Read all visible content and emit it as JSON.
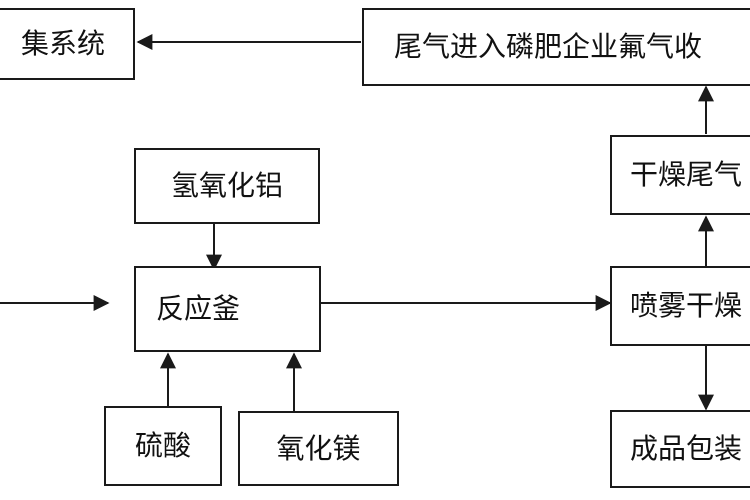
{
  "diagram": {
    "nodes": {
      "collection_system": "集系统",
      "tail_gas_to_plant": "尾气进入磷肥企业氟气收",
      "aluminum_hydroxide": "氢氧化铝",
      "reactor": "反应釜",
      "sulfuric_acid": "硫酸",
      "magnesium_oxide": "氧化镁",
      "drying_tail_gas": "干燥尾气",
      "spray_drying": "喷雾干燥",
      "finished_packaging": "成品包装"
    },
    "colors": {
      "line": "#1a1a1a",
      "box_fill": "#ffffff",
      "text": "#111111"
    }
  }
}
